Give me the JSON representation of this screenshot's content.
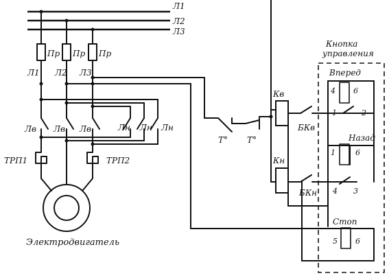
{
  "diagram": {
    "lines": {
      "bus": [
        "Л1",
        "Л2",
        "Л3"
      ],
      "after_fuses": [
        "Л1",
        "Л2",
        "Л3"
      ]
    },
    "fuse_label": "Пр",
    "contactors": {
      "forward_label": "Лв",
      "reverse_label": "Лн"
    },
    "thermal_relays": [
      "ТРП1",
      "ТРП2"
    ],
    "motor_label": "Электродвигатель",
    "temp_contacts": [
      "Т°",
      "Т°"
    ],
    "coil_forward": "Кв",
    "coil_reverse": "Кн",
    "blocking_contacts": [
      "БКв",
      "БКн"
    ],
    "control_box": {
      "title_line1": "Кнопка",
      "title_line2": "управления",
      "forward": "Вперед",
      "backward": "Назад",
      "stop": "Стоп",
      "terminals": [
        "4",
        "6",
        "1",
        "2",
        "1",
        "6",
        "4",
        "3",
        "5",
        "6"
      ]
    }
  }
}
